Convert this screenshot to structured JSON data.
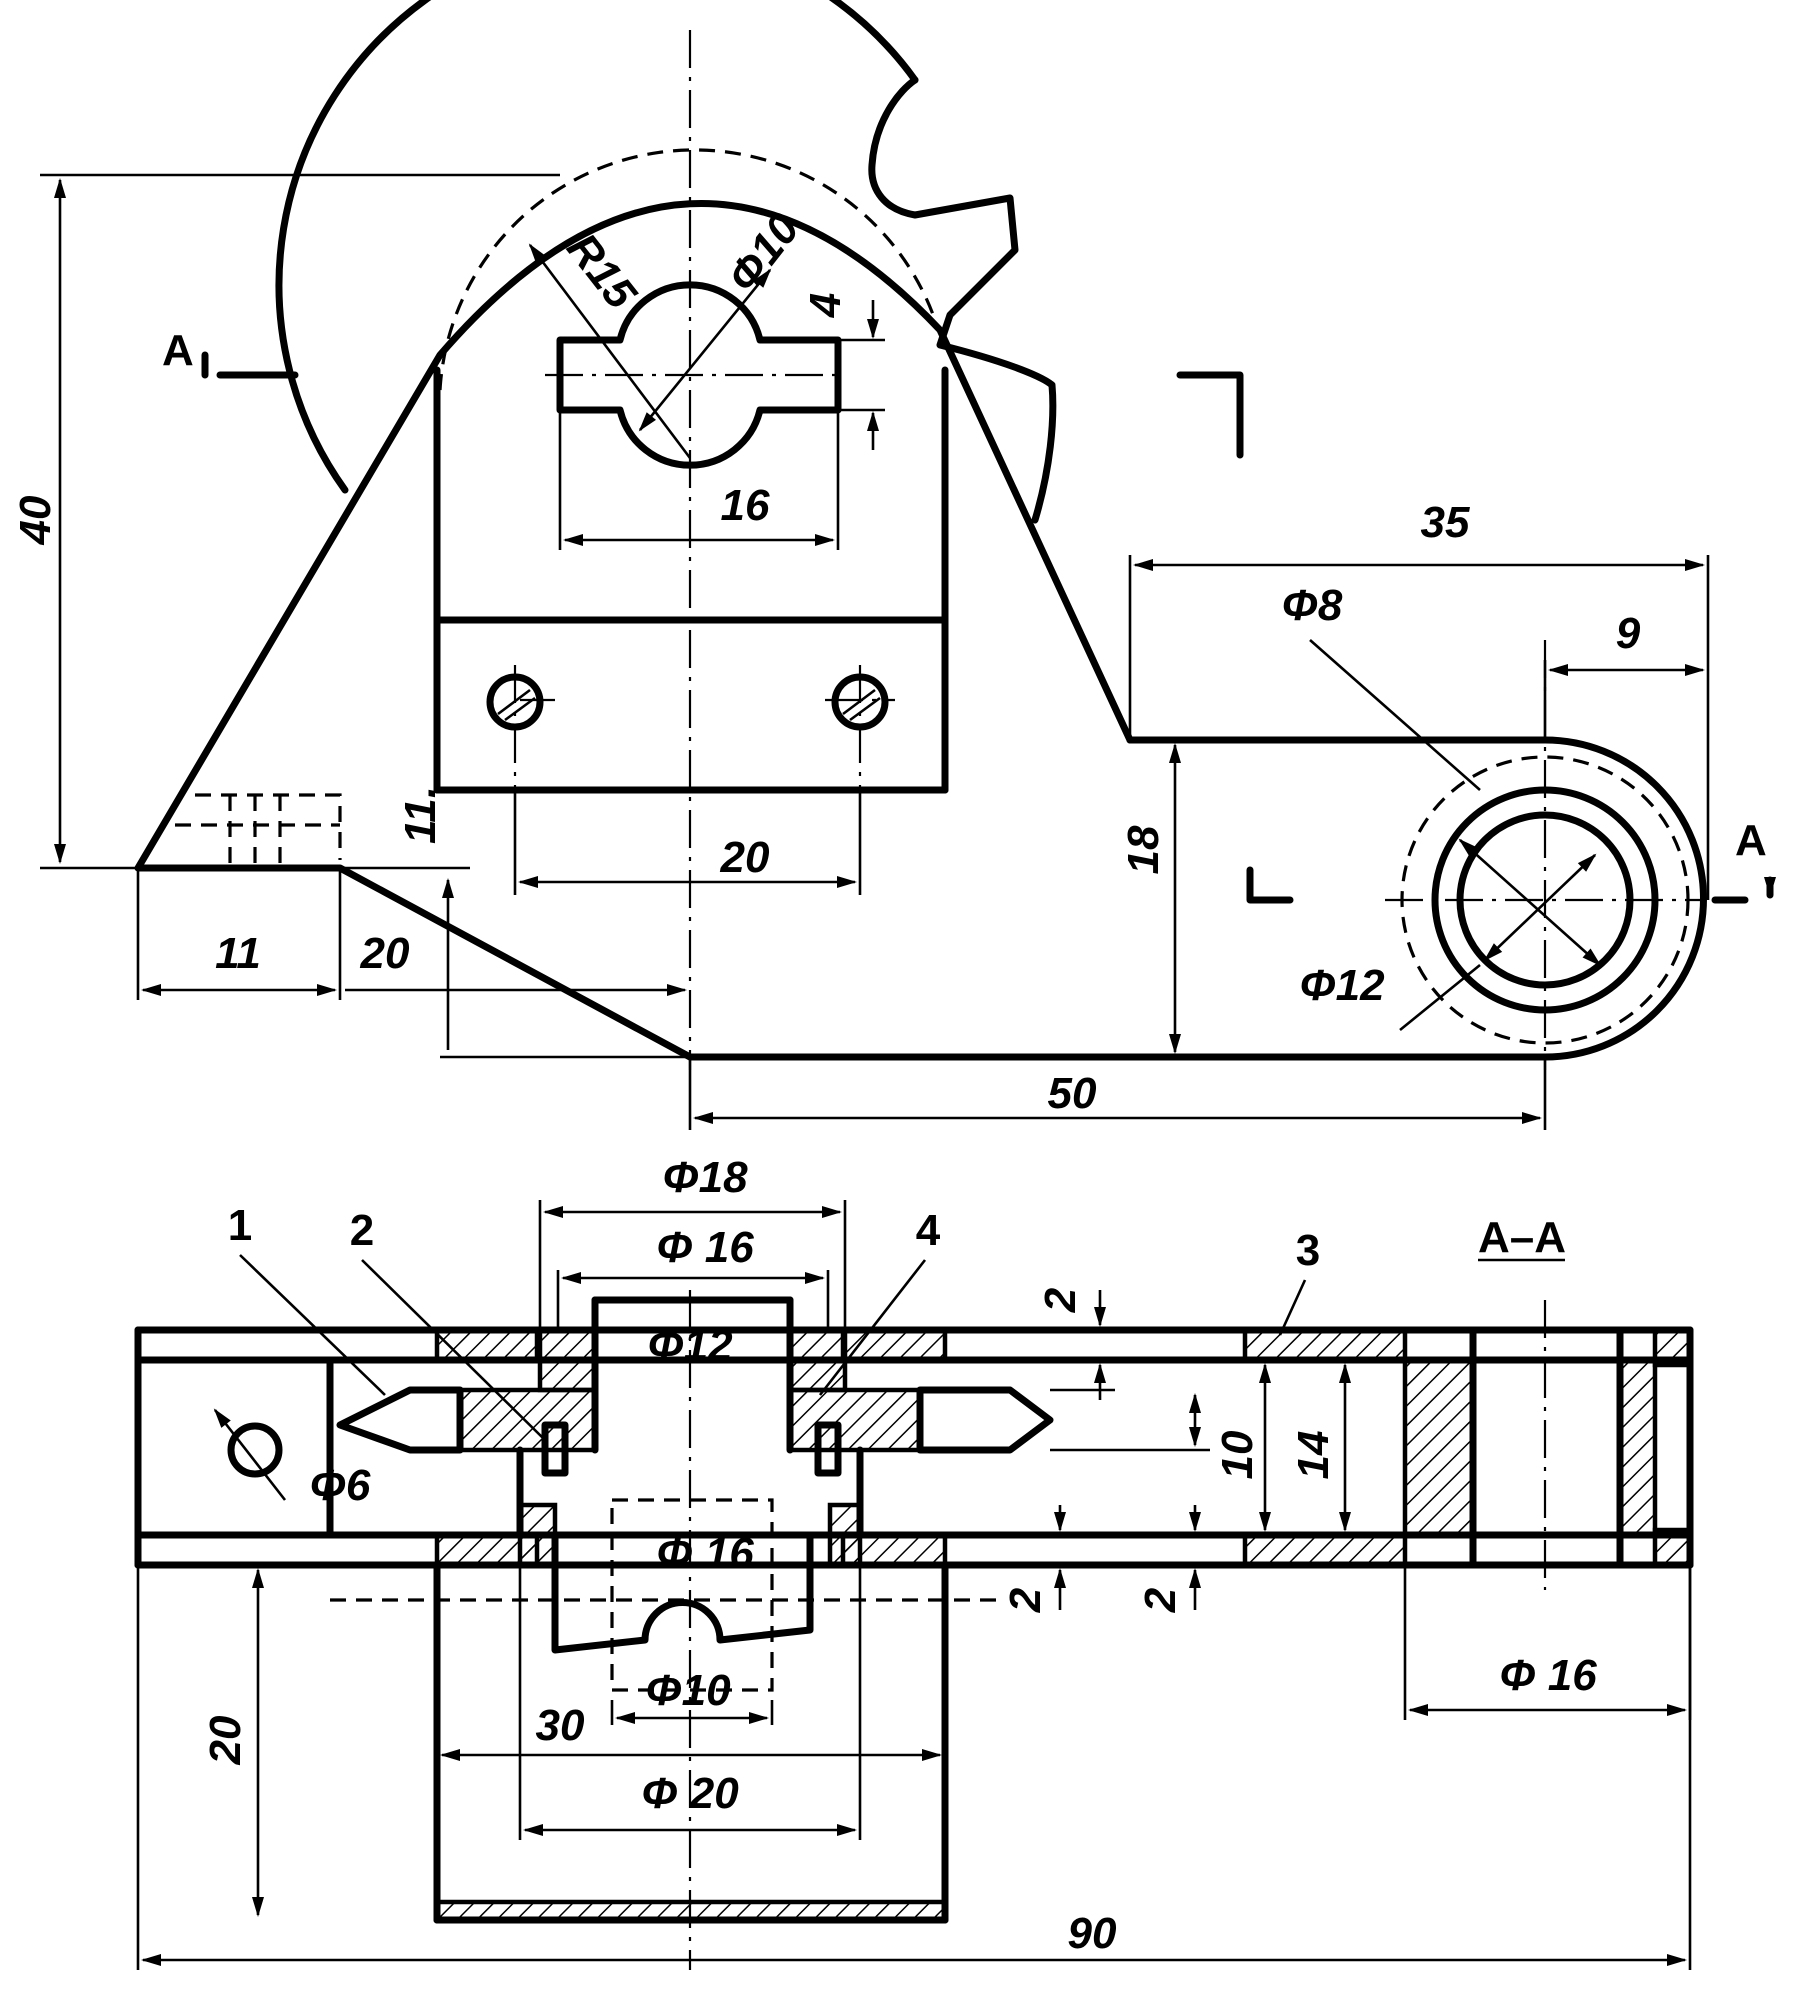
{
  "dimensions": {
    "overall_height": "40",
    "arc_radius": "R15",
    "bore_dia_top": "Φ10",
    "slot_depth": "4",
    "slot_width": "16",
    "hole_spacing": "20",
    "small_step": "11.",
    "base_left_width": "11",
    "base_slope_width": "20",
    "boss_height": "18",
    "arm_length": "35",
    "boss_offset": "9",
    "arm_hole_inner": "Φ8",
    "arm_hole_outer": "Φ12",
    "center_distance": "50",
    "section_top_outer": "Φ18",
    "section_top_mid": "Φ 16",
    "section_top_inner": "Φ12",
    "wall_gap_top": "2",
    "slot_height": "10",
    "inner_height": "14",
    "wall_gap_a": "2",
    "wall_gap_b": "2",
    "small_hole": "Φ6",
    "section_mid_dia": "Φ 16",
    "section_bottom_dia": "Φ10",
    "section_width_30": "30",
    "section_dia_20": "Φ 20",
    "right_bore": "Φ 16",
    "left_height": "20",
    "overall_length": "90"
  },
  "labels": {
    "section_mark_left": "A",
    "section_mark_right": "A",
    "section_title": "A–A"
  },
  "part_numbers": [
    "1",
    "2",
    "4",
    "3"
  ]
}
